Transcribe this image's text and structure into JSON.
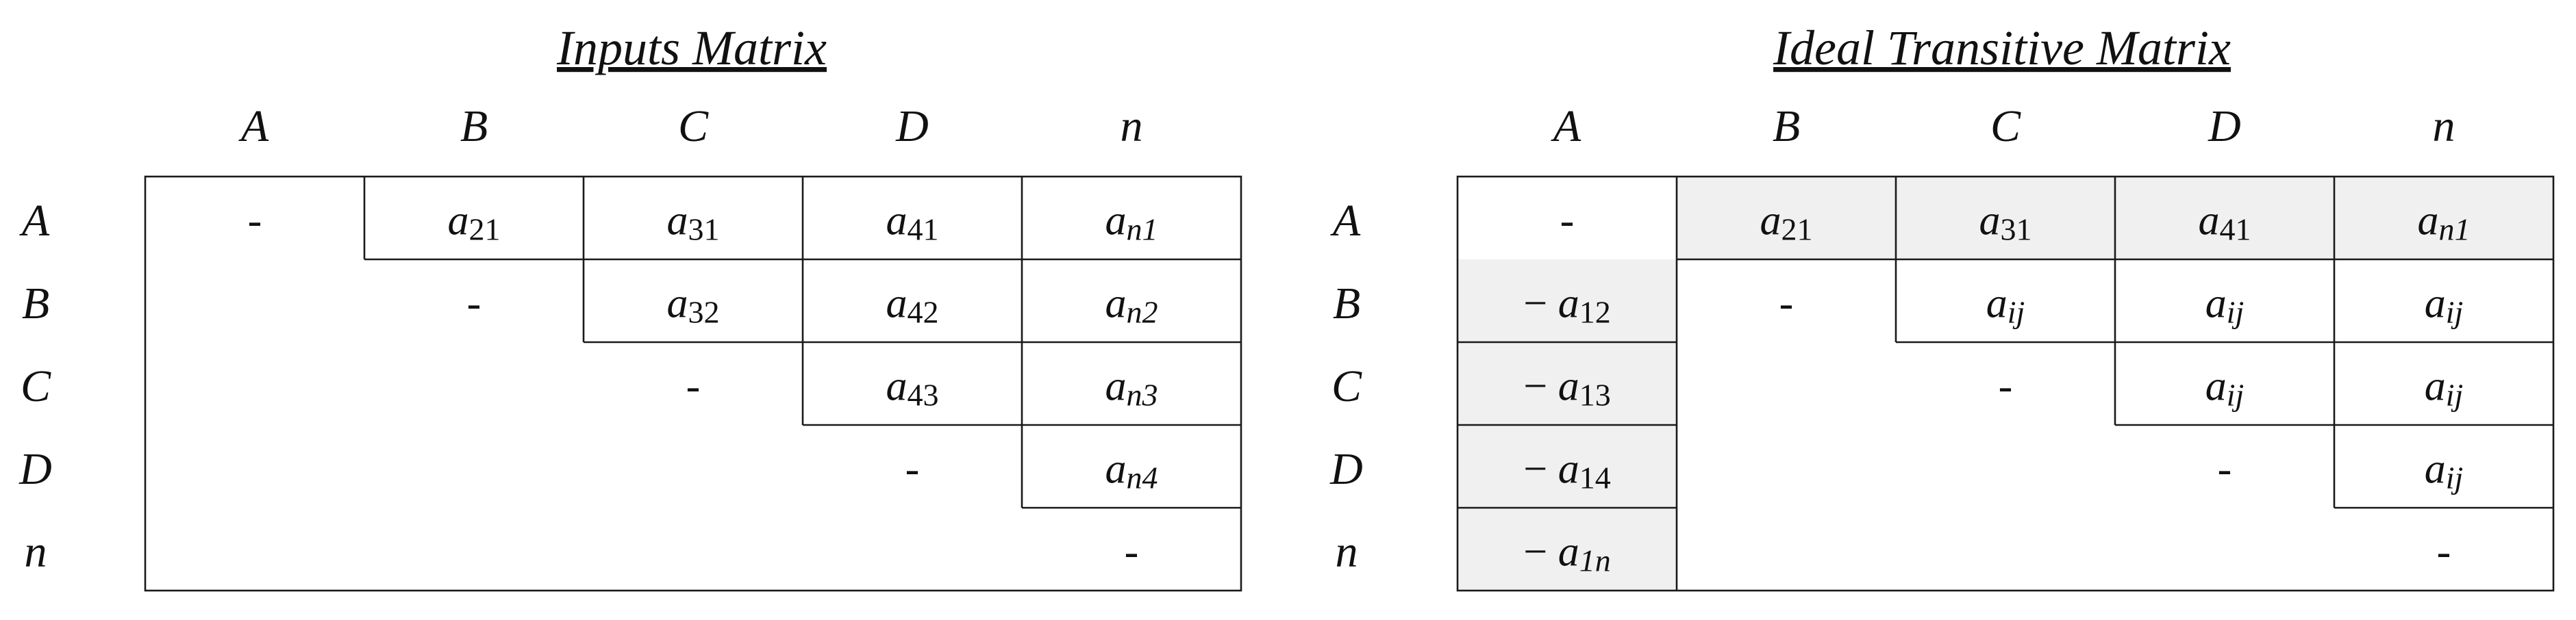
{
  "colors": {
    "shade": "#f0f0f0",
    "line": "#1a1a1a",
    "text": "#111111"
  },
  "matrices": [
    {
      "id": "inputs",
      "title": "Inputs Matrix",
      "col_headers": [
        "A",
        "B",
        "C",
        "D",
        "n"
      ],
      "row_headers": [
        "A",
        "B",
        "C",
        "D",
        "n"
      ],
      "cells": [
        [
          "-",
          "a|21",
          "a|31",
          "a|41",
          "a|n1"
        ],
        [
          "",
          "-",
          "a|32",
          "a|42",
          "a|n2"
        ],
        [
          "",
          "",
          "-",
          "a|43",
          "a|n3"
        ],
        [
          "",
          "",
          "",
          "-",
          "a|n4"
        ],
        [
          "",
          "",
          "",
          "",
          "-"
        ]
      ],
      "shaded_cells": []
    },
    {
      "id": "ideal",
      "title": "Ideal Transitive Matrix",
      "col_headers": [
        "A",
        "B",
        "C",
        "D",
        "n"
      ],
      "row_headers": [
        "A",
        "B",
        "C",
        "D",
        "n"
      ],
      "cells": [
        [
          "-",
          "a|21",
          "a|31",
          "a|41",
          "a|n1"
        ],
        [
          "− a|12",
          "-",
          "a|ij",
          "a|ij",
          "a|ij"
        ],
        [
          "− a|13",
          "",
          "-",
          "a|ij",
          "a|ij"
        ],
        [
          "− a|14",
          "",
          "",
          "-",
          "a|ij"
        ],
        [
          "− a|1n",
          "",
          "",
          "",
          "-"
        ]
      ],
      "shaded_cells": [
        [
          0,
          1
        ],
        [
          0,
          2
        ],
        [
          0,
          3
        ],
        [
          0,
          4
        ],
        [
          1,
          0
        ],
        [
          2,
          0
        ],
        [
          3,
          0
        ],
        [
          4,
          0
        ]
      ]
    }
  ]
}
